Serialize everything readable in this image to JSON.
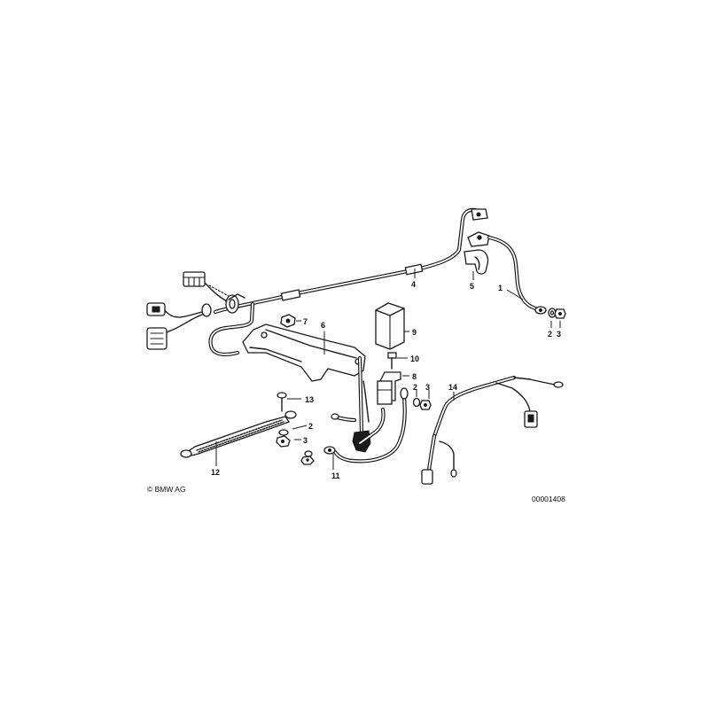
{
  "diagram": {
    "copyright": "© BMW AG",
    "reference_number": "00001408",
    "callouts": [
      "1",
      "2",
      "3",
      "4",
      "5",
      "6",
      "7",
      "8",
      "9",
      "10",
      "2",
      "3",
      "11",
      "12",
      "13",
      "2",
      "3",
      "14"
    ]
  }
}
